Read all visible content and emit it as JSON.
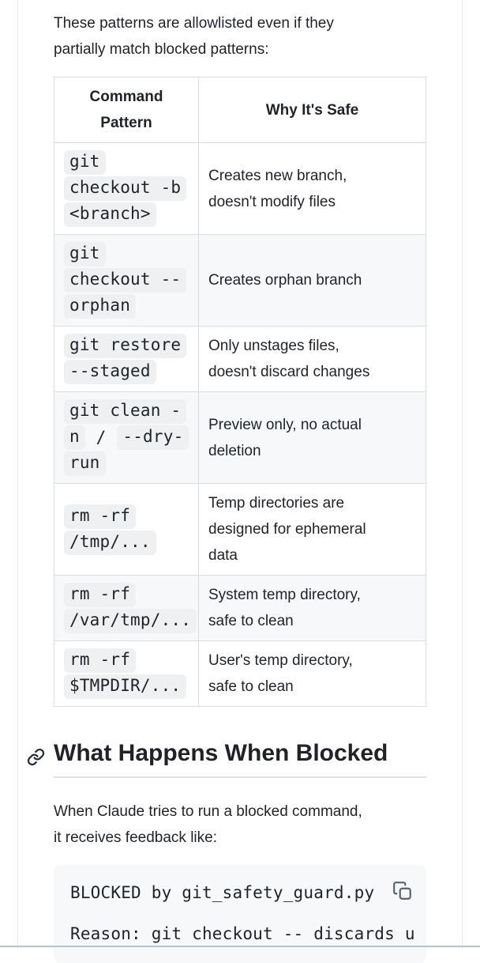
{
  "colors": {
    "text": "#1f2328",
    "table_border": "#d9dee3",
    "row_stripe": "#f6f8fa",
    "inline_code_bg": "#eef0f2",
    "code_block_bg": "#f6f8fa",
    "page_rule": "#e8ebed",
    "heading_divider": "#dde2e6",
    "icon_gray": "#59636e",
    "bottom_edge_line": "#b4c3cc"
  },
  "intro": {
    "lines": [
      "These patterns are allowlisted even if they",
      "partially match blocked patterns:"
    ]
  },
  "table": {
    "headers": [
      "Command Pattern",
      "Why It's Safe"
    ],
    "rows": [
      {
        "command_lines": [
          [
            {
              "code": "git"
            }
          ],
          [
            {
              "code": "checkout -b"
            }
          ],
          [
            {
              "code": "<branch>"
            }
          ]
        ],
        "reason_lines": [
          "Creates new branch,",
          "doesn't modify files"
        ]
      },
      {
        "command_lines": [
          [
            {
              "code": "git"
            }
          ],
          [
            {
              "code": "checkout --"
            }
          ],
          [
            {
              "code": "orphan"
            }
          ]
        ],
        "reason_lines": [
          "Creates orphan branch"
        ]
      },
      {
        "command_lines": [
          [
            {
              "code": "git restore"
            }
          ],
          [
            {
              "code": "--staged"
            }
          ]
        ],
        "reason_lines": [
          "Only unstages files,",
          "doesn't discard changes"
        ]
      },
      {
        "command_lines": [
          [
            {
              "code": "git clean -"
            }
          ],
          [
            {
              "code": "n"
            },
            {
              "text": " / "
            },
            {
              "code": "--dry-"
            }
          ],
          [
            {
              "code": "run"
            }
          ]
        ],
        "reason_lines": [
          "Preview only, no actual",
          "deletion"
        ]
      },
      {
        "command_lines": [
          [
            {
              "code": "rm -rf"
            }
          ],
          [
            {
              "code": "/tmp/..."
            }
          ]
        ],
        "reason_lines": [
          "Temp directories are",
          "designed for ephemeral",
          "data"
        ]
      },
      {
        "command_lines": [
          [
            {
              "code": "rm -rf"
            }
          ],
          [
            {
              "code": "/var/tmp/..."
            }
          ]
        ],
        "reason_lines": [
          "System temp directory,",
          "safe to clean"
        ]
      },
      {
        "command_lines": [
          [
            {
              "code": "rm -rf"
            }
          ],
          [
            {
              "code": "$TMPDIR/..."
            }
          ]
        ],
        "reason_lines": [
          "User's temp directory,",
          "safe to clean"
        ]
      }
    ]
  },
  "section": {
    "heading": "What Happens When Blocked",
    "anchor_icon": "link-icon"
  },
  "feedback": {
    "lines": [
      "When Claude tries to run a blocked command,",
      "it receives feedback like:"
    ]
  },
  "code_block": {
    "lines": [
      "BLOCKED by git_safety_guard.py",
      "",
      "Reason: git checkout -- discards u"
    ],
    "copy_icon": "copy-icon"
  }
}
